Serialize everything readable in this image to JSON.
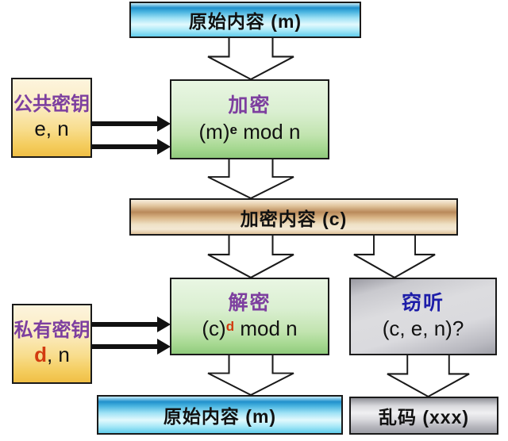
{
  "diagram_title": "RSA encryption and decryption flow",
  "colors": {
    "purple_label": "#7d3f9f",
    "blue_label": "#1c1ca8",
    "red_key": "#d23b0f",
    "text": "#111111",
    "cyan_bar": "#49b4e0",
    "tan_bar": "#b9895a",
    "green_box": "#a5d890",
    "gray_box": "#c9c9ce",
    "yellow_box": "#f4cd5f"
  },
  "top_bar": {
    "label": "原始内容 (m)"
  },
  "encrypt_box": {
    "title": "加密",
    "formula": {
      "base": "(m)",
      "sup": "e",
      "rest": " mod n"
    }
  },
  "public_key_box": {
    "title": "公共密钥",
    "value": "e, n"
  },
  "cipher_bar": {
    "label": "加密内容 (c)"
  },
  "decrypt_box": {
    "title": "解密",
    "formula": {
      "base": "(c)",
      "sup": "d",
      "rest": " mod n"
    }
  },
  "private_key_box": {
    "title": "私有密钥",
    "key_red": "d",
    "key_rest": ", n"
  },
  "eavesdrop_box": {
    "title": "窃听",
    "formula": "(c, e, n)?"
  },
  "bottom_left_bar": {
    "label": "原始内容 (m)"
  },
  "bottom_right_bar": {
    "label": "乱码 (xxx)"
  }
}
